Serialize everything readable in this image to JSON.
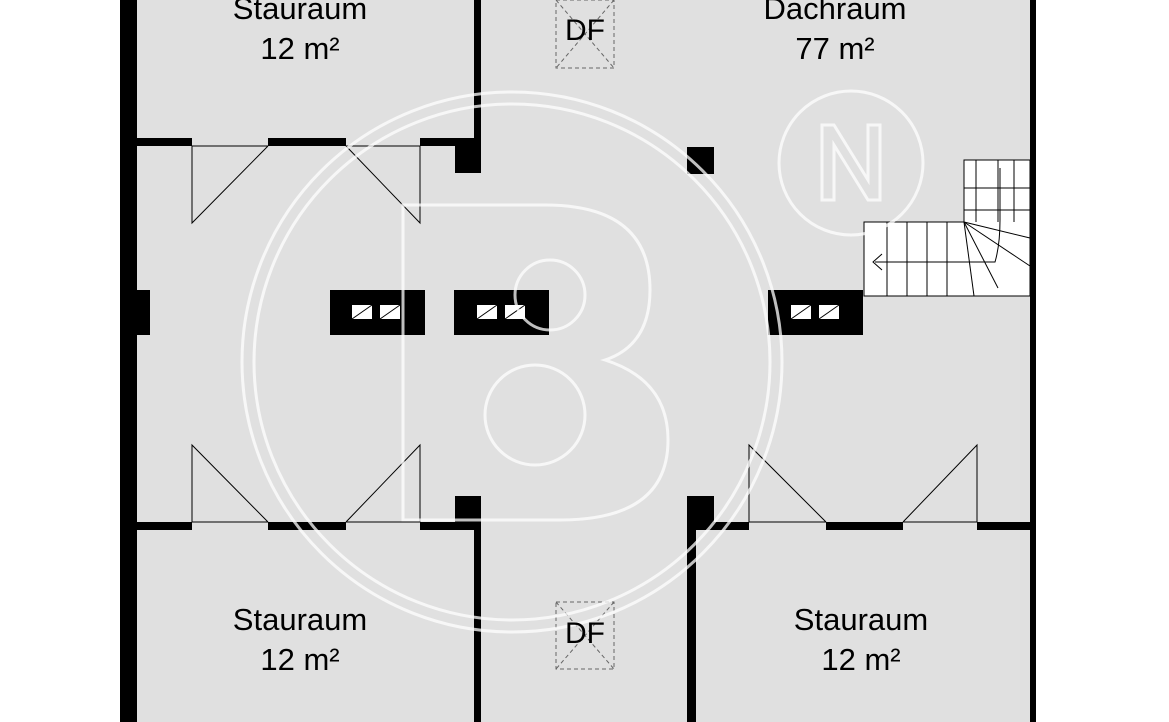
{
  "rooms": {
    "stauraum_top_left": {
      "name": "Stauraum",
      "area": "12 m²"
    },
    "dachraum": {
      "name": "Dachraum",
      "area": "77 m²"
    },
    "stauraum_bottom_left": {
      "name": "Stauraum",
      "area": "12 m²"
    },
    "stauraum_bottom_right": {
      "name": "Stauraum",
      "area": "12 m²"
    }
  },
  "skylights": {
    "top": "DF",
    "bottom": "DF"
  },
  "watermark": {
    "logo_letter": "B",
    "badge_letter": "N"
  },
  "colors": {
    "floor": "#e0e0e0",
    "wall": "#000000",
    "background": "#ffffff",
    "watermark": "#ffffff"
  }
}
